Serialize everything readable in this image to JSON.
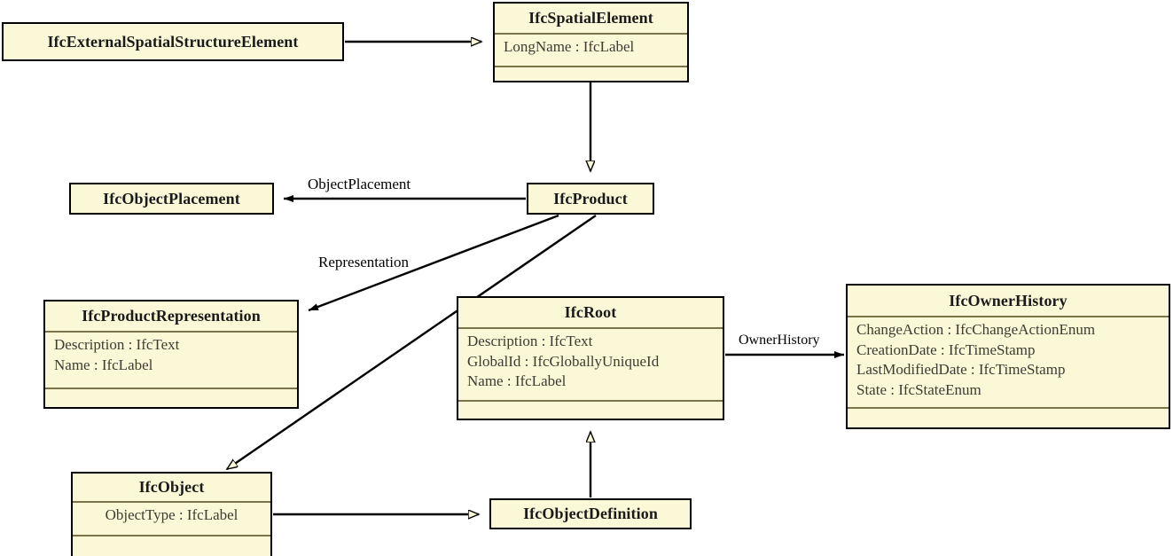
{
  "diagram": {
    "type": "uml-class-diagram",
    "background_color": "#ffffff",
    "box_fill_color": "#fbf8d7",
    "box_border_color": "#000000",
    "separator_color": "#7a7348",
    "line_color": "#000000"
  },
  "classes": {
    "ifc_external_spatial_structure_element": {
      "name": "IfcExternalSpatialStructureElement",
      "attributes": []
    },
    "ifc_spatial_element": {
      "name": "IfcSpatialElement",
      "attributes": [
        "LongName : IfcLabel"
      ]
    },
    "ifc_product": {
      "name": "IfcProduct",
      "attributes": []
    },
    "ifc_object_placement": {
      "name": "IfcObjectPlacement",
      "attributes": []
    },
    "ifc_product_representation": {
      "name": "IfcProductRepresentation",
      "attributes": [
        "Description : IfcText",
        "Name : IfcLabel"
      ]
    },
    "ifc_root": {
      "name": "IfcRoot",
      "attributes": [
        "Description : IfcText",
        "GlobalId : IfcGloballyUniqueId",
        "Name : IfcLabel"
      ]
    },
    "ifc_owner_history": {
      "name": "IfcOwnerHistory",
      "attributes": [
        "ChangeAction : IfcChangeActionEnum",
        "CreationDate : IfcTimeStamp",
        "LastModifiedDate : IfcTimeStamp",
        "State : IfcStateEnum"
      ]
    },
    "ifc_object": {
      "name": "IfcObject",
      "attributes": [
        "ObjectType : IfcLabel"
      ]
    },
    "ifc_object_definition": {
      "name": "IfcObjectDefinition",
      "attributes": []
    }
  },
  "relationships": {
    "object_placement": {
      "label": "ObjectPlacement",
      "from": "IfcProduct",
      "to": "IfcObjectPlacement",
      "kind": "association"
    },
    "representation": {
      "label": "Representation",
      "from": "IfcProduct",
      "to": "IfcProductRepresentation",
      "kind": "association"
    },
    "owner_history": {
      "label": "OwnerHistory",
      "from": "IfcRoot",
      "to": "IfcOwnerHistory",
      "kind": "association"
    },
    "ext_to_spatial": {
      "label": "",
      "from": "IfcExternalSpatialStructureElement",
      "to": "IfcSpatialElement",
      "kind": "generalization"
    },
    "spatial_to_product": {
      "label": "",
      "from": "IfcSpatialElement",
      "to": "IfcProduct",
      "kind": "generalization"
    },
    "product_to_object": {
      "label": "",
      "from": "IfcProduct",
      "to": "IfcObject",
      "kind": "generalization"
    },
    "object_to_objdef": {
      "label": "",
      "from": "IfcObject",
      "to": "IfcObjectDefinition",
      "kind": "generalization"
    },
    "objdef_to_root": {
      "label": "",
      "from": "IfcObjectDefinition",
      "to": "IfcRoot",
      "kind": "generalization"
    }
  }
}
